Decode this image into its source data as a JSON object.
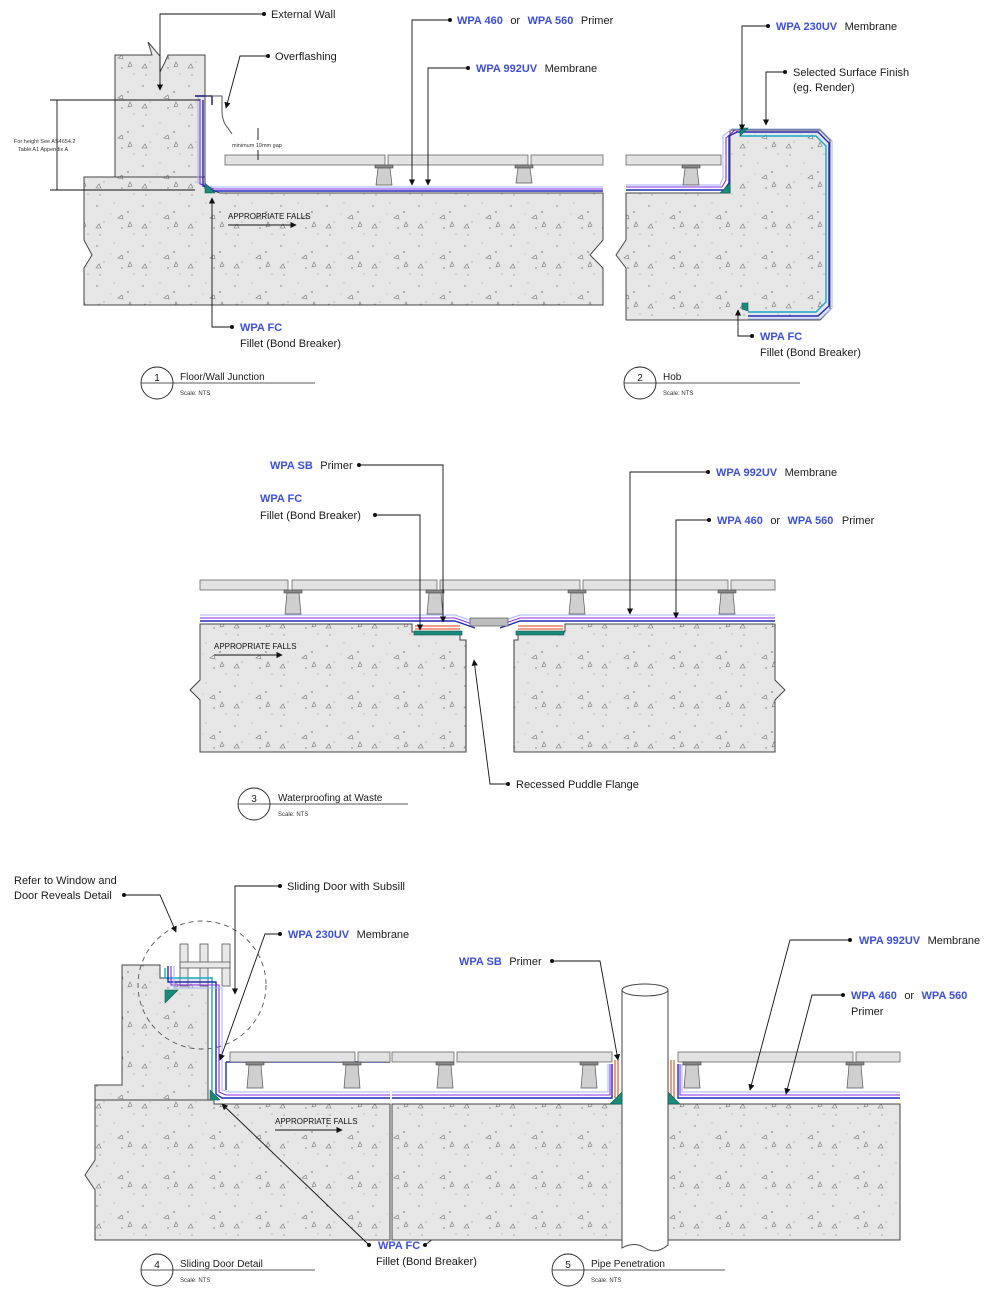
{
  "detail1": {
    "number": "1",
    "title": "Floor/Wall Junction",
    "scale": "Scale:  NTS",
    "labels": {
      "external_wall": "External Wall",
      "overflashing": "Overflashing",
      "primer_prod_a": "WPA 460",
      "primer_or": "or",
      "primer_prod_b": "WPA 560",
      "primer_word": "Primer",
      "membrane_prod": "WPA 992UV",
      "membrane_word": "Membrane",
      "fillet_prod": "WPA FC",
      "fillet_word": "Fillet (Bond Breaker)",
      "falls": "APPROPRIATE FALLS",
      "gap_note": "minimum 10mm gap",
      "height_note_1": "For height See AS4654.2",
      "height_note_2": "Table A1 Appendix A"
    }
  },
  "detail2": {
    "number": "2",
    "title": "Hob",
    "scale": "Scale:  NTS",
    "labels": {
      "membrane_prod": "WPA 230UV",
      "membrane_word": "Membrane",
      "finish_1": "Selected Surface Finish",
      "finish_2": "(eg. Render)",
      "fillet_prod": "WPA FC",
      "fillet_word": "Fillet (Bond Breaker)"
    }
  },
  "detail3": {
    "number": "3",
    "title": "Waterproofing at Waste",
    "scale": "Scale:  NTS",
    "labels": {
      "sb_prod": "WPA SB",
      "sb_word": "Primer",
      "fillet_prod": "WPA FC",
      "fillet_word": "Fillet (Bond Breaker)",
      "membrane_prod": "WPA 992UV",
      "membrane_word": "Membrane",
      "primer_prod_a": "WPA 460",
      "primer_or": "or",
      "primer_prod_b": "WPA 560",
      "primer_word": "Primer",
      "falls": "APPROPRIATE FALLS",
      "puddle": "Recessed Puddle Flange"
    }
  },
  "detail4": {
    "number": "4",
    "title": "Sliding Door Detail",
    "scale": "Scale:  NTS",
    "labels": {
      "refer_1": "Refer to Window and",
      "refer_2": "Door Reveals Detail",
      "door": "Sliding Door with Subsill",
      "membrane_prod": "WPA 230UV",
      "membrane_word": "Membrane",
      "falls": "APPROPRIATE FALLS",
      "fillet_prod": "WPA FC",
      "fillet_word": "Fillet (Bond Breaker)"
    }
  },
  "detail5": {
    "number": "5",
    "title": "Pipe Penetration",
    "scale": "Scale:  NTS",
    "labels": {
      "sb_prod": "WPA SB",
      "sb_word": "Primer",
      "membrane_prod": "WPA 992UV",
      "membrane_word": "Membrane",
      "primer_prod_a": "WPA 460",
      "primer_or": "or",
      "primer_prod_b": "WPA 560",
      "primer_word": "Primer"
    }
  },
  "colors": {
    "product_text": "#3b4ee0",
    "membrane_blue": "#1e2ab8",
    "membrane_purple": "#8a2be2",
    "membrane_cyan": "#17a7c9",
    "fillet": "#1a8a7a",
    "primer_orange": "#e8643c",
    "concrete": "#e6e6e6"
  }
}
